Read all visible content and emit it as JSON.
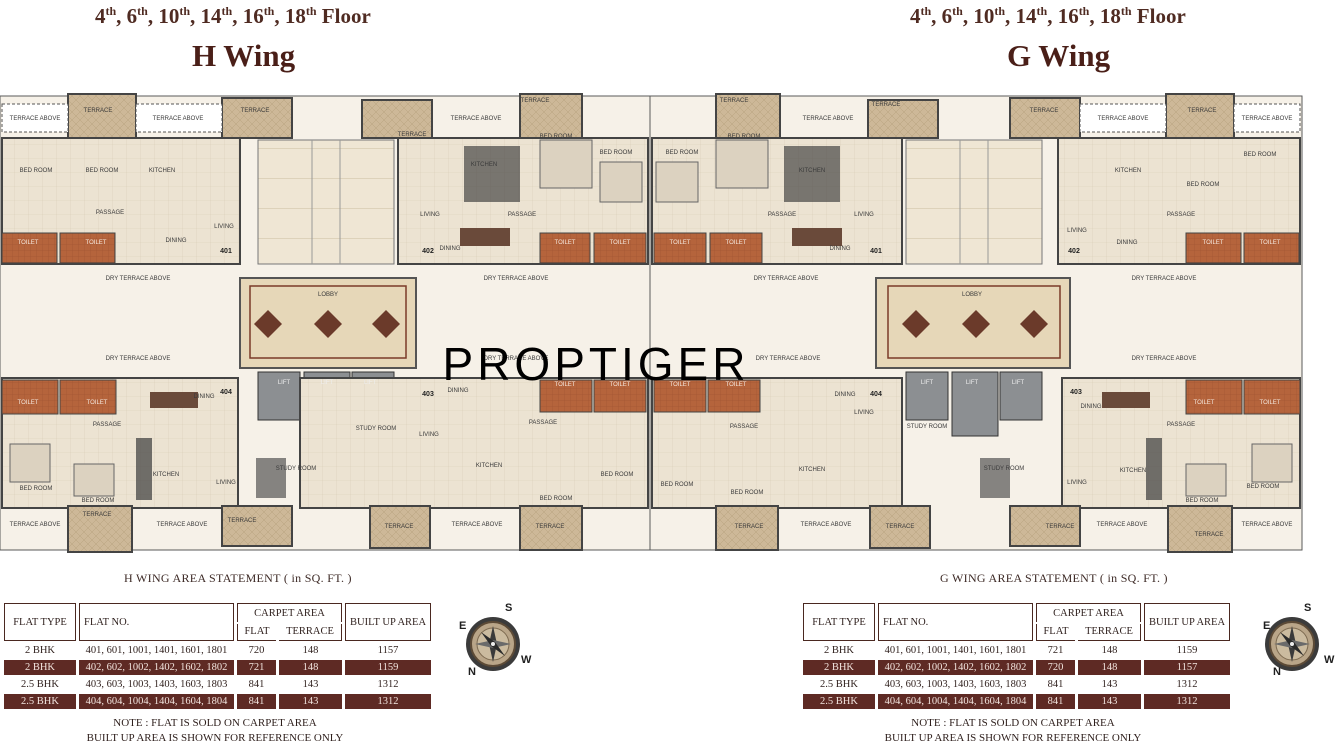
{
  "left": {
    "floors": {
      "n1": "4",
      "n2": "6",
      "n3": "10",
      "n4": "14",
      "n5": "16",
      "n6": "18",
      "sup": "th",
      "sep": ",",
      "tail": "Floor"
    },
    "wing_title": "H Wing",
    "statement_title": "H WING AREA STATEMENT  ( in SQ. FT. )",
    "table": {
      "h_flat_type": "FLAT TYPE",
      "h_flat_no": "FLAT NO.",
      "h_carpet": "CARPET AREA",
      "h_flat": "FLAT",
      "h_terrace": "TERRACE",
      "h_built": "BUILT UP AREA",
      "rows": [
        {
          "type": "2 BHK",
          "nos": "401, 601, 1001, 1401, 1601, 1801",
          "flat": "720",
          "terrace": "148",
          "built": "1157"
        },
        {
          "type": "2 BHK",
          "nos": "402, 602, 1002, 1402, 1602, 1802",
          "flat": "721",
          "terrace": "148",
          "built": "1159"
        },
        {
          "type": "2.5 BHK",
          "nos": "403, 603, 1003, 1403, 1603, 1803",
          "flat": "841",
          "terrace": "143",
          "built": "1312"
        },
        {
          "type": "2.5 BHK",
          "nos": "404, 604, 1004, 1404, 1604, 1804",
          "flat": "841",
          "terrace": "143",
          "built": "1312"
        }
      ]
    },
    "note1": "NOTE : FLAT IS SOLD ON CARPET AREA",
    "note2": "BUILT UP AREA IS SHOWN FOR REFERENCE ONLY"
  },
  "right": {
    "floors": {
      "n1": "4",
      "n2": "6",
      "n3": "10",
      "n4": "14",
      "n5": "16",
      "n6": "18",
      "sup": "th",
      "sep": ",",
      "tail": "Floor"
    },
    "wing_title": "G Wing",
    "statement_title": "G WING AREA STATEMENT ( in SQ. FT. )",
    "table": {
      "h_flat_type": "FLAT TYPE",
      "h_flat_no": "FLAT NO.",
      "h_carpet": "CARPET AREA",
      "h_flat": "FLAT",
      "h_terrace": "TERRACE",
      "h_built": "BUILT UP AREA",
      "rows": [
        {
          "type": "2 BHK",
          "nos": "401, 601, 1001, 1401, 1601, 1801",
          "flat": "721",
          "terrace": "148",
          "built": "1159"
        },
        {
          "type": "2 BHK",
          "nos": "402, 602, 1002, 1402, 1602, 1802",
          "flat": "720",
          "terrace": "148",
          "built": "1157"
        },
        {
          "type": "2.5 BHK",
          "nos": "403, 603, 1003, 1403, 1603, 1803",
          "flat": "841",
          "terrace": "143",
          "built": "1312"
        },
        {
          "type": "2.5 BHK",
          "nos": "404, 604, 1004, 1404, 1604, 1804",
          "flat": "841",
          "terrace": "143",
          "built": "1312"
        }
      ]
    },
    "note1": "NOTE : FLAT IS SOLD ON CARPET AREA",
    "note2": "BUILT UP AREA IS SHOWN FOR REFERENCE ONLY"
  },
  "compass": {
    "n": "N",
    "s": "S",
    "e": "E",
    "w": "W"
  },
  "watermark": "PROPTIGER",
  "plan_labels": {
    "terrace_above": "TERRACE ABOVE",
    "dry_terrace_above": "DRY TERRACE ABOVE",
    "lobby": "LOBBY",
    "lift": "LIFT",
    "bed_room": "BED ROOM",
    "kitchen": "KITCHEN",
    "living": "LIVING",
    "dining": "DINING",
    "passage": "PASSAGE",
    "toilet": "TOILET",
    "terrace": "TERRACE",
    "study_room": "STUDY ROOM",
    "flat_401": "401",
    "flat_402": "402",
    "flat_403": "403",
    "flat_404": "404"
  },
  "colors": {
    "title": "#4a1f18",
    "dark_row": "#5e2a24",
    "floor_tile": "#ece3d2",
    "terrace_tile": "#cdb898",
    "toilet": "#b5643c",
    "lobby": "#e6d7b8",
    "lift": "#8c8f92"
  }
}
